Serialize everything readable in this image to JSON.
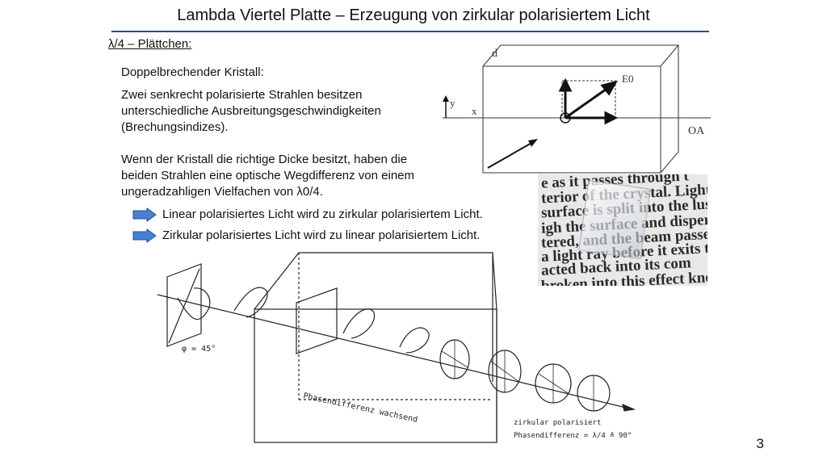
{
  "title": "Lambda Viertel Platte – Erzeugung von zirkular polarisiertem Licht",
  "subtitle": "λ/4 – Plättchen:",
  "crystal_heading": "Doppelbrechender Kristall:",
  "paragraph1": [
    "Zwei senkrecht polarisierte Strahlen besitzen",
    "unterschiedliche Ausbreitungsgeschwindigkeiten",
    "(Brechungsindizes)."
  ],
  "paragraph2": [
    "Wenn der Kristall die richtige Dicke besitzt, haben die",
    "beiden Strahlen eine optische Wegdifferenz von einem",
    "ungeradzahligen Vielfachen von λ0/4."
  ],
  "bullets": [
    "Linear polarisiertes Licht wird zu zirkular polarisiertem Licht.",
    "Zirkular polarisiertes Licht wird zu linear polarisiertem Licht."
  ],
  "diagram_top": {
    "d": "d",
    "e0": "E0",
    "y": "y",
    "x": "x",
    "oa": "OA"
  },
  "photo_text": [
    "e as it passes through t",
    "terior of the crystal. Light",
    "surface is split into the lus",
    "igh the surface and dispersed as",
    "tered, and the beam passes thro",
    "a light ray before it exits the",
    "acted back into its com",
    "broken into this effect known"
  ],
  "diagram_bottom": {
    "phi": "φ = 45°",
    "phase_label": "Phasendifferenz wachsend",
    "circ_label": "zirkular polarisiert",
    "circ_formula": "Phasendifferenz = λ/4 ≙ 90°"
  },
  "page_number": "3",
  "colors": {
    "accent": "#1f4e9c",
    "arrow_fill": "#4a7fcf"
  }
}
